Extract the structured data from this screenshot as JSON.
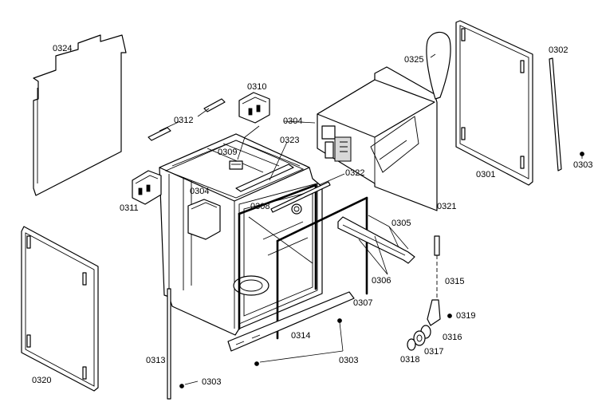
{
  "labels": {
    "p0301": "0301",
    "p0302": "0302",
    "p0303": "0303",
    "p0304": "0304",
    "p0305": "0305",
    "p0306": "0306",
    "p0307": "0307",
    "p0308": "0308",
    "p0309": "0309",
    "p0310": "0310",
    "p0311": "0311",
    "p0312": "0312",
    "p0313": "0313",
    "p0314": "0314",
    "p0315": "0315",
    "p0316": "0316",
    "p0317": "0317",
    "p0318": "0318",
    "p0319": "0319",
    "p0320": "0320",
    "p0321": "0321",
    "p0322": "0322",
    "p0323": "0323",
    "p0324": "0324",
    "p0325": "0325"
  }
}
